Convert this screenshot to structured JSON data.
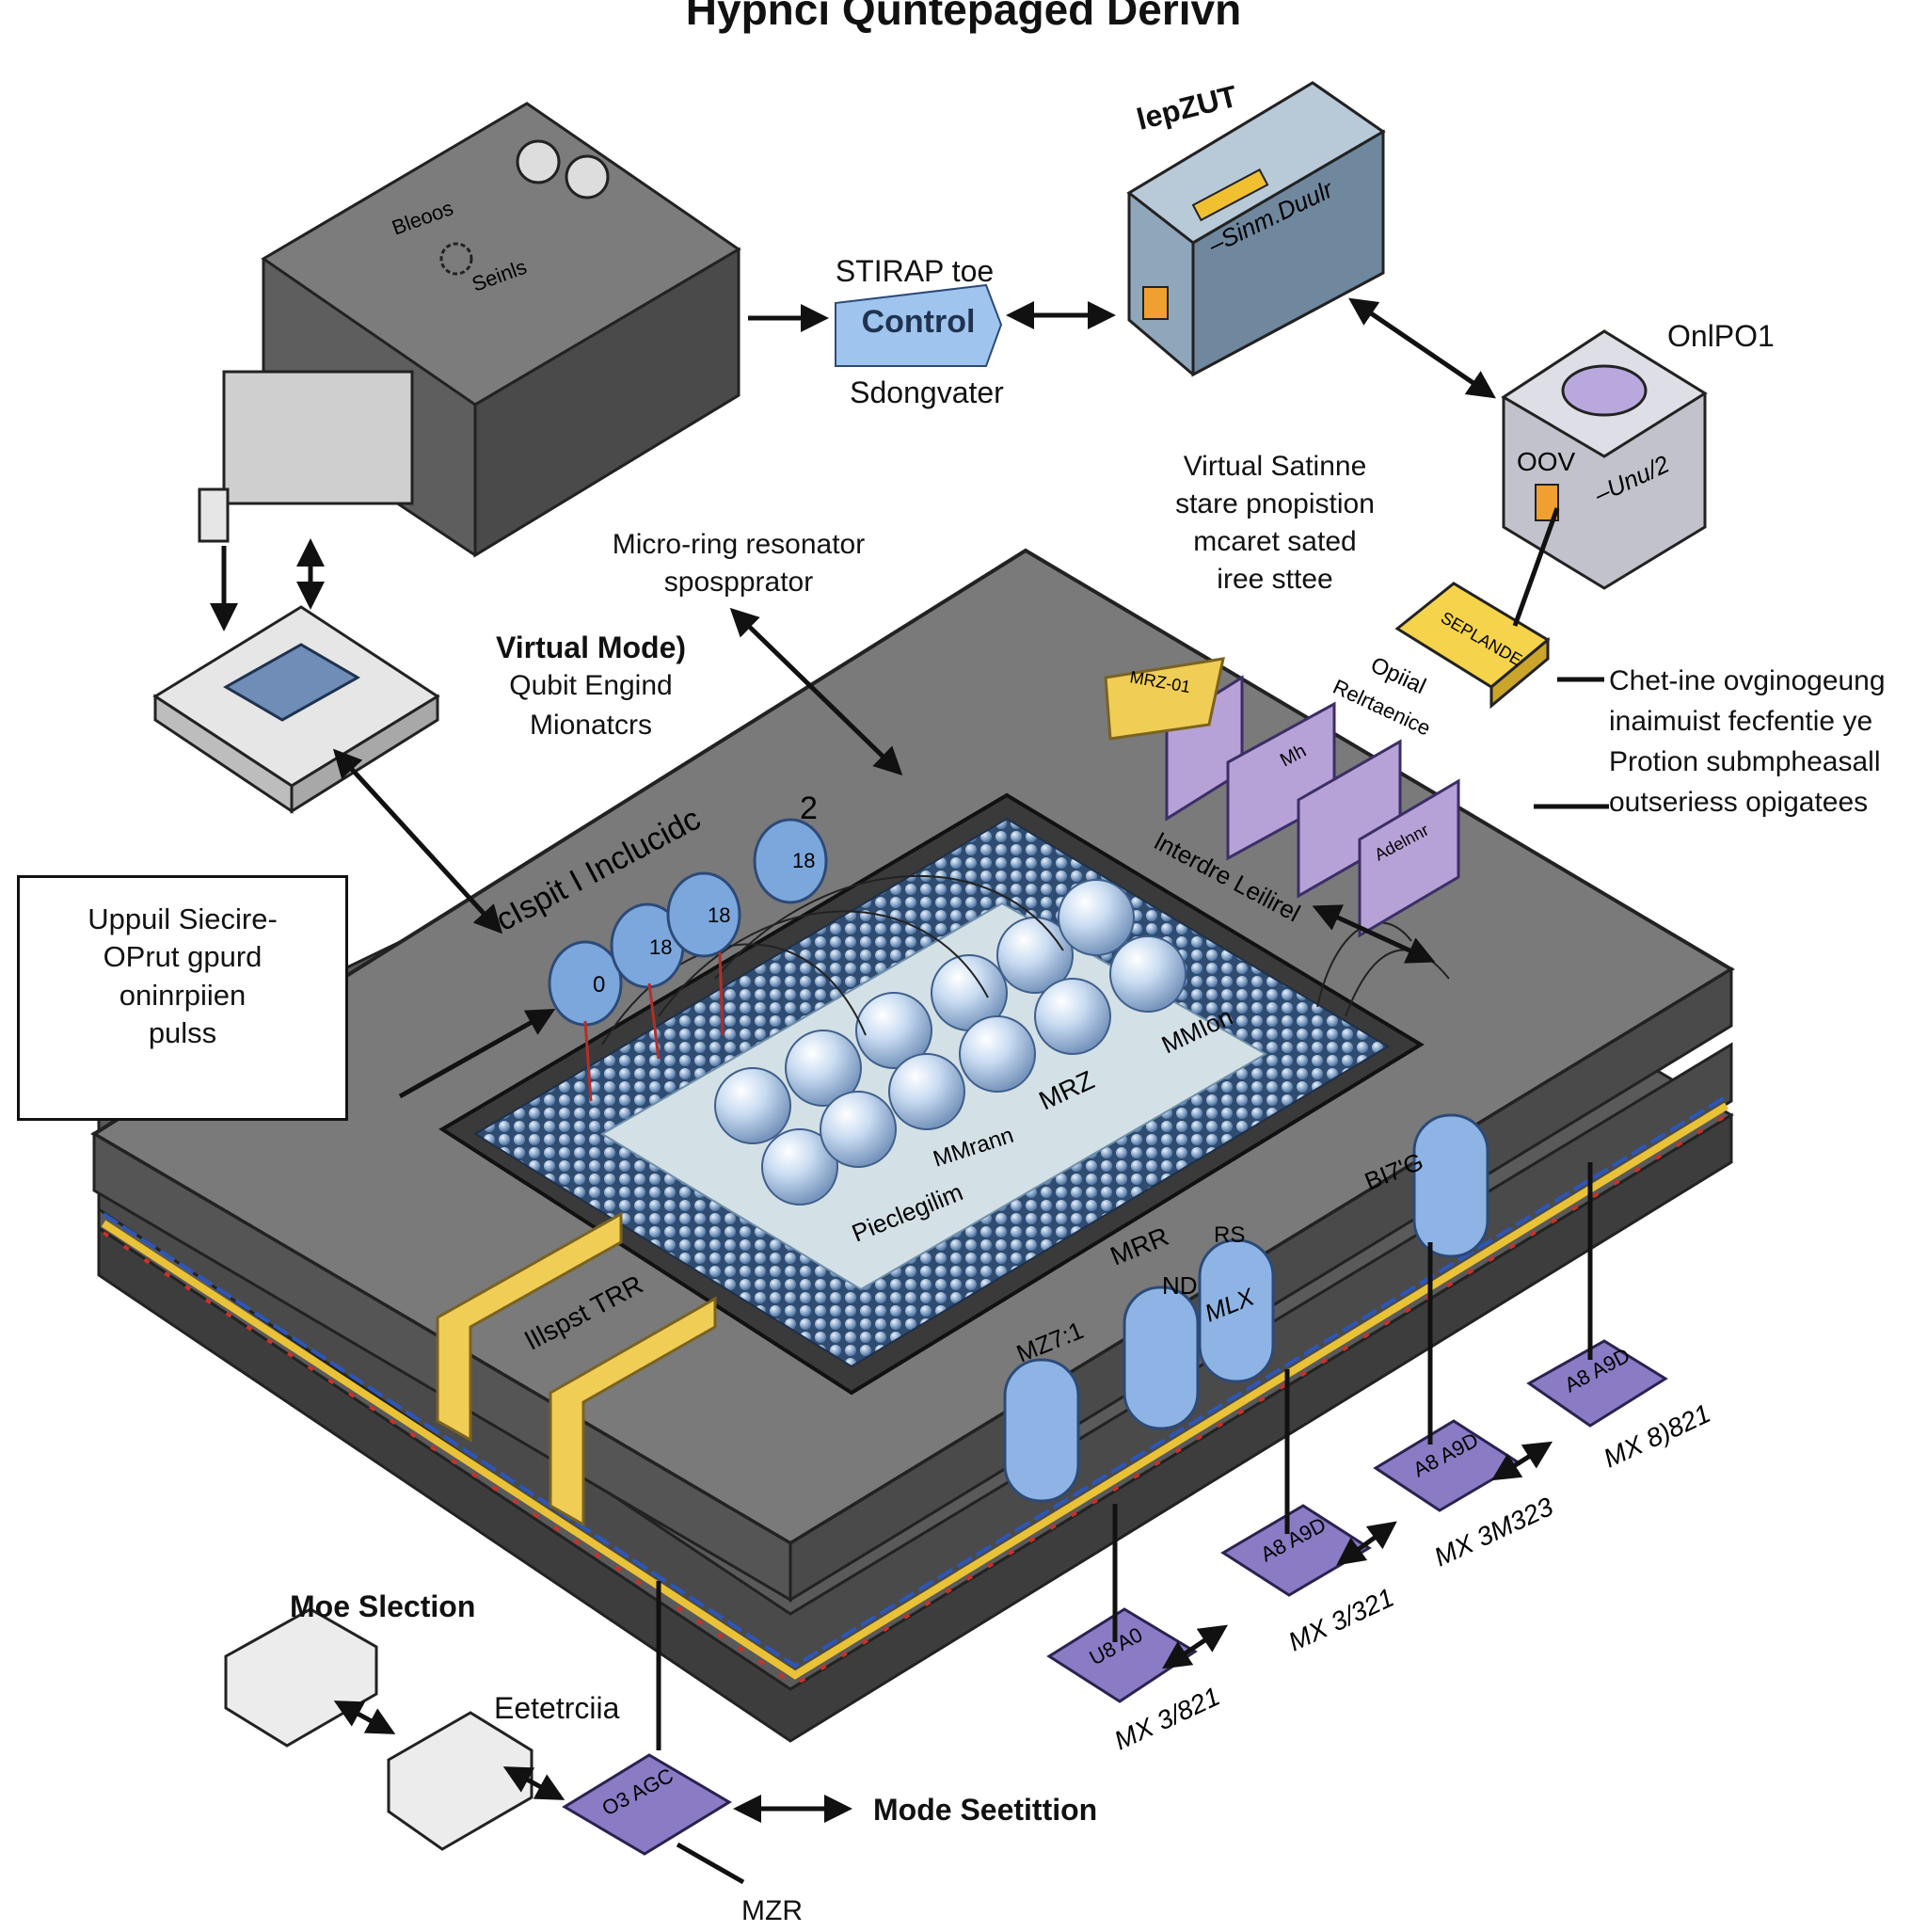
{
  "title": "Hypnci Quntераged Derivn",
  "top": {
    "control_top": "STIRAP toe",
    "control_label": "Control",
    "control_bottom": "Sdongvater",
    "input_label": "lepZUT",
    "input_box_text": "–Sinm.Duulr",
    "output_label": "OnlPO1",
    "output_box_left": "OOV",
    "output_box_right": "–Unu/2",
    "gear_text_1": "Bleoos",
    "gear_text_2": "Seinls"
  },
  "labels": {
    "micro_ring_1": "Micro-ring resonator",
    "micro_ring_2": "spospprator",
    "virtual_state_1": "Virtual Satinne",
    "virtual_state_2": "stare pnopistion",
    "virtual_state_3": "mcaret sated",
    "virtual_state_4": "iree sttee",
    "virtual_mode_1": "Virtual Mode)",
    "virtual_mode_2": "Qubit Engind",
    "virtual_mode_3": "Mionatcrs",
    "chet_1": "Chet-ine ovginogeung",
    "chet_2": "inaimuist fecfentie ye",
    "chet_3": "Protion submpheasall",
    "chet_4": "outseriess opigatees",
    "upput_1": "Uppuil Siecire-",
    "upput_2": "OPrut gpurd",
    "upput_3": "oninrpiien",
    "upput_4": "pulss",
    "inclucide": "cIspit I Inclucidc",
    "inclucide_num": "2",
    "optical_1": "Opiial",
    "optical_2": "Relrtaenice",
    "interre": "lnterdre Leilirel",
    "mrz_center": "MRZ",
    "mnann": "MMrann",
    "mnan_right": "MMIon",
    "piecleglim": "Pieclegilim",
    "mrr": "MRR",
    "bit": "BI7'G",
    "rs": "RS",
    "inspst": "lIlspst TRR",
    "mz": "MZ7:1",
    "nd": "ND",
    "mlx": "MLX",
    "mode_slection": "Moe Slection",
    "eetetrciia": "Eetetrciia",
    "mode_seetition": "Mode Seetittion",
    "mzr_bottom": "MZR",
    "mx_1": "MX 3/821",
    "mx_2": "MX 3/321",
    "mx_3": "MX 3M323",
    "mx_4": "MX 8)821",
    "chip_1": "U8 A0",
    "chip_2": "A8 A9D",
    "chip_3": "A8 A9D",
    "chip_4": "A8 A9D",
    "chip_bottom": "O3 AGC",
    "ring_0": "0",
    "ring_1": "18",
    "ring_2": "18",
    "ring_3": "18",
    "yellow_top": "MRZ-01",
    "yellow_small": "SEPLANDE",
    "purple_panel_1": "Mh",
    "purple_panel_2": "Adelnnr"
  }
}
